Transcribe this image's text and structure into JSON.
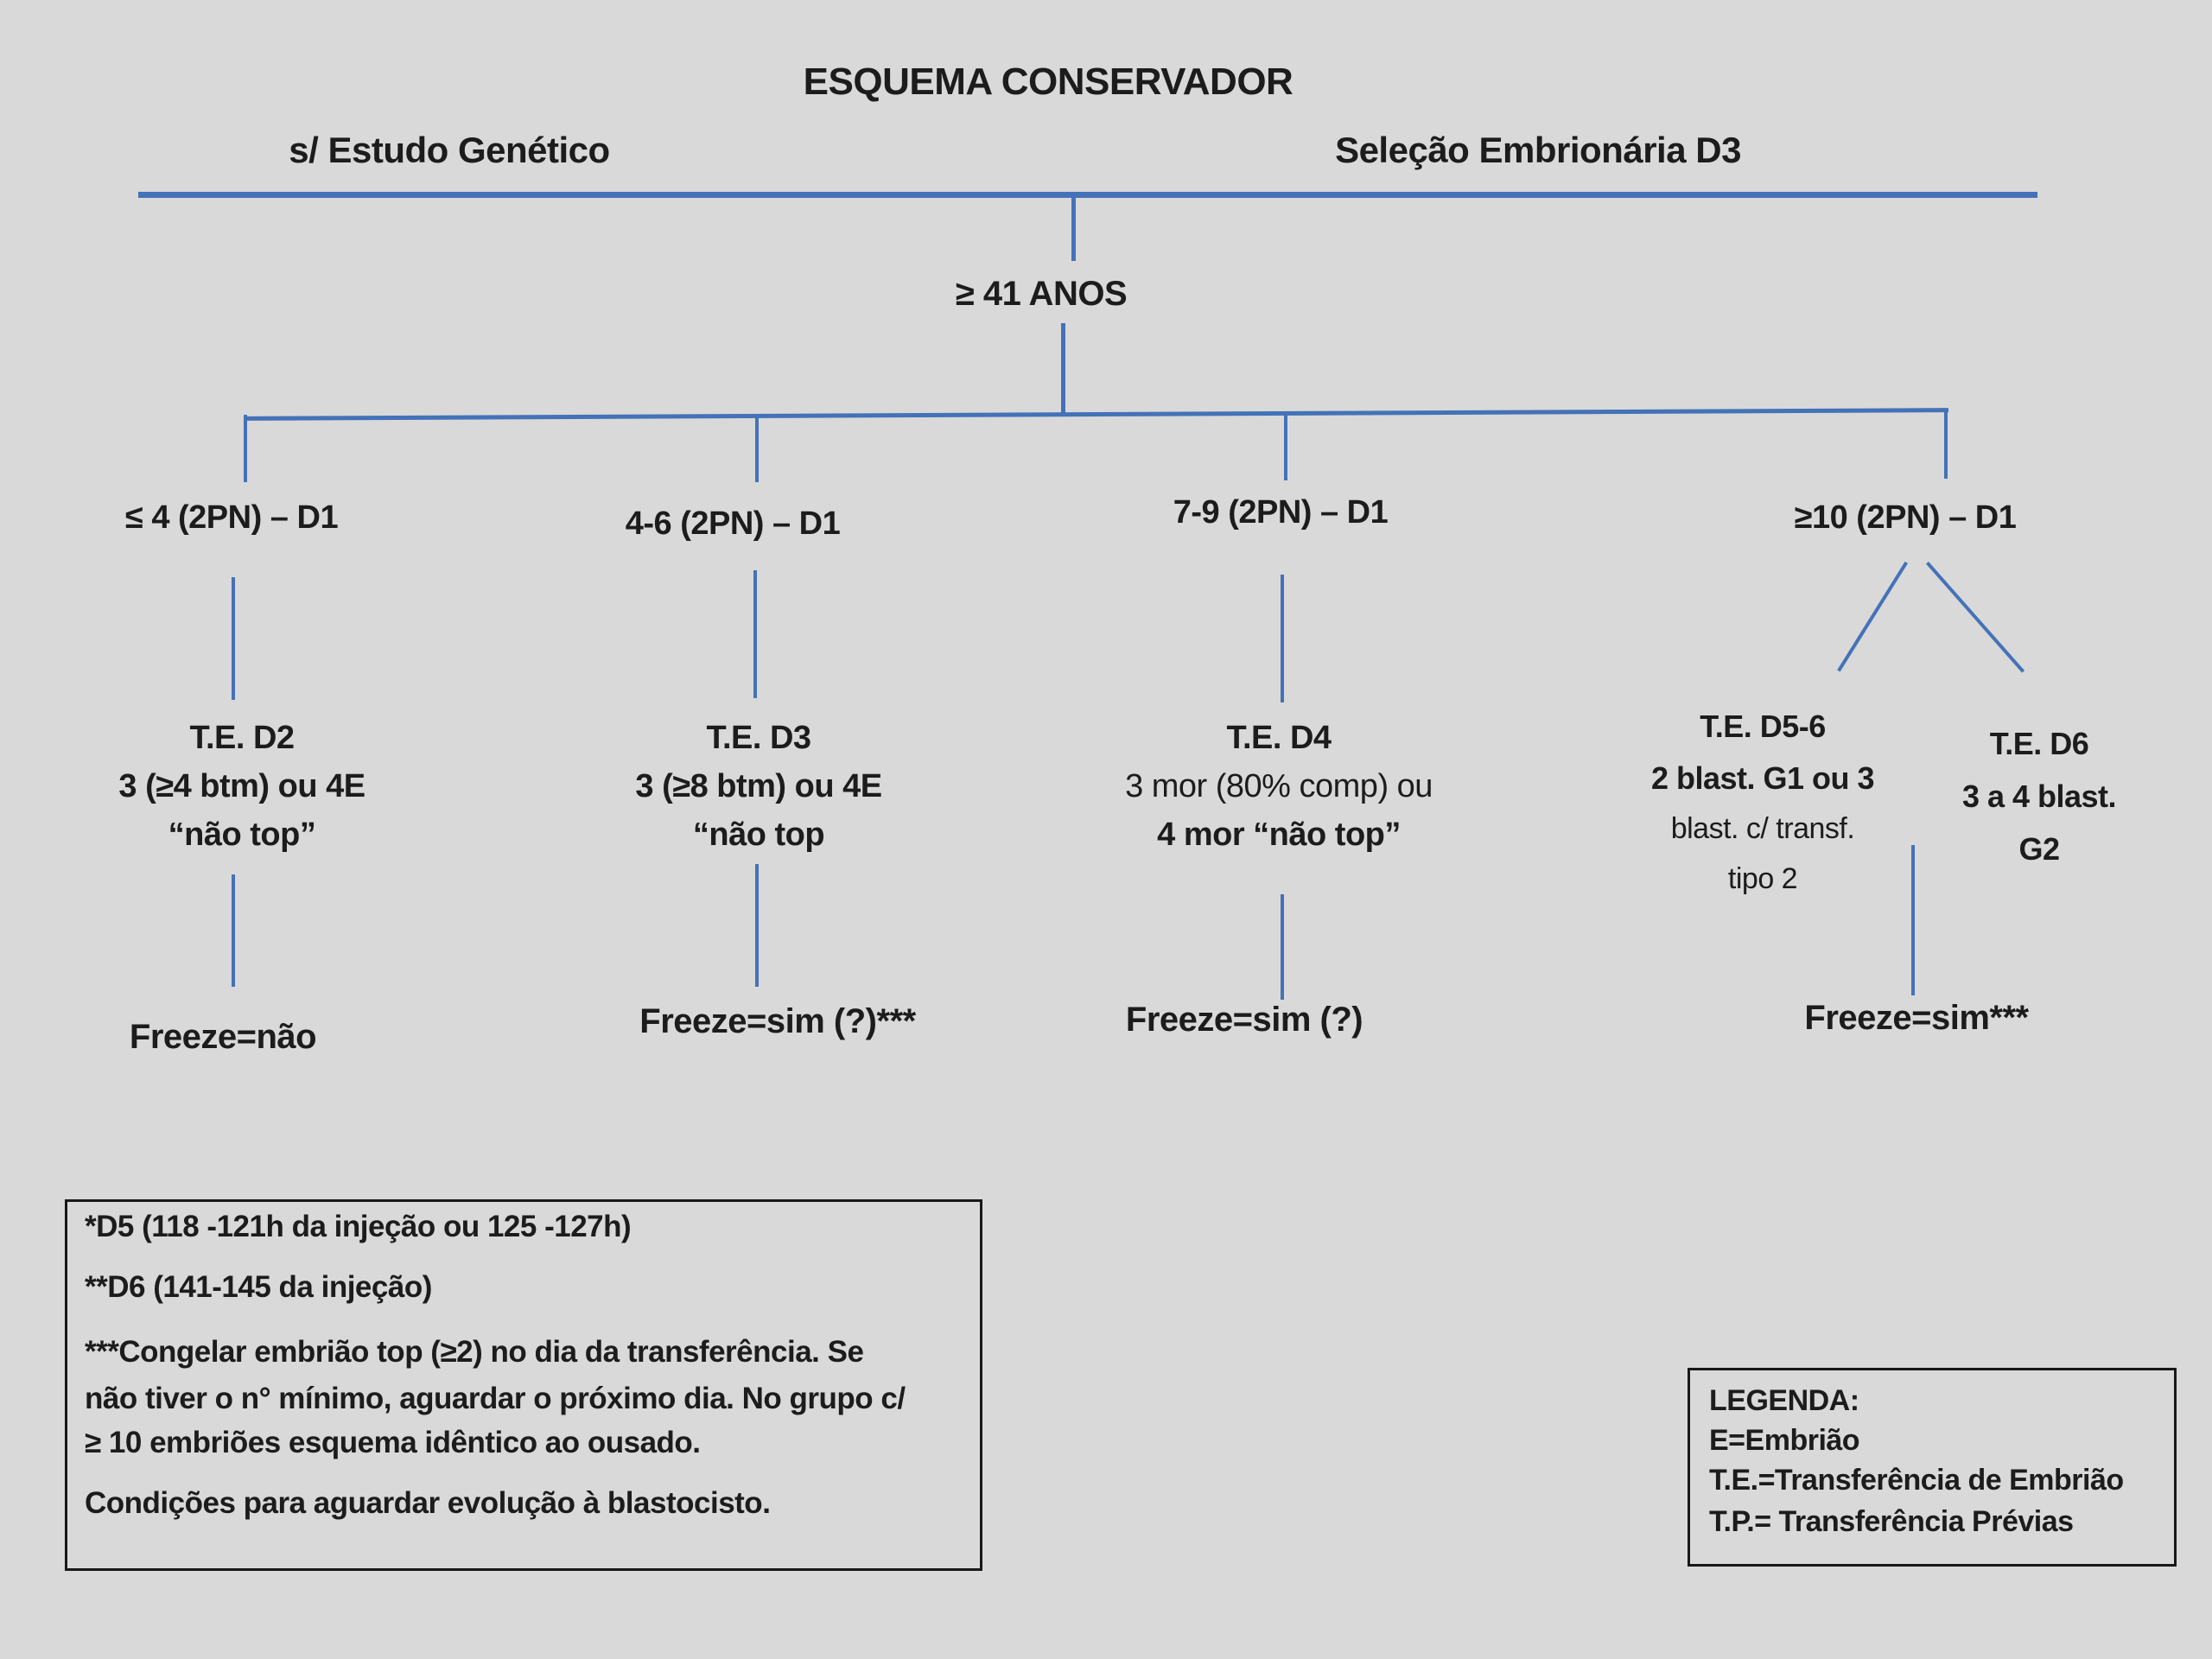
{
  "title": "ESQUEMA CONSERVADOR",
  "columns": {
    "left": "s/ Estudo Genético",
    "right": "Seleção Embrionária D3"
  },
  "root_label": "≥ 41 ANOS",
  "branches": [
    {
      "label": "≤ 4 (2PN) – D1",
      "node_lines": [
        "T.E. D2",
        "3 (≥4 btm) ou 4E",
        "“não top”"
      ],
      "freeze": "Freeze=não"
    },
    {
      "label": "4-6 (2PN) – D1",
      "node_lines": [
        "T.E. D3",
        "3 (≥8 btm) ou 4E",
        "“não top"
      ],
      "freeze": "Freeze=sim (?)***"
    },
    {
      "label": "7-9 (2PN) – D1",
      "node_lines": [
        "T.E. D4",
        "3 mor (80% comp) ou",
        "4 mor “não top”"
      ],
      "freeze": "Freeze=sim (?)"
    },
    {
      "label": "≥10 (2PN) – D1",
      "node_left_lines": [
        "T.E. D5-6",
        "2 blast. G1 ou 3",
        "blast. c/ transf.",
        "tipo 2"
      ],
      "node_right_lines": [
        "T.E. D6",
        "3 a 4 blast.",
        "G2"
      ],
      "freeze": "Freeze=sim***"
    }
  ],
  "notes": {
    "note1": "*D5 (118 -121h da injeção ou 125 -127h)",
    "note2": "**D6 (141-145 da injeção)",
    "note3_lines": [
      "***Congelar embrião top (≥2) no dia da transferência. Se",
      "não tiver o n° mínimo, aguardar o próximo dia. No grupo c/",
      "≥ 10 embriões esquema idêntico ao ousado."
    ],
    "note4": "Condições para aguardar evolução à blastocisto."
  },
  "legend": {
    "title": "LEGENDA:",
    "items": [
      "E=Embrião",
      "T.E.=Transferência de Embrião",
      "T.P.= Transferência Prévias"
    ]
  },
  "colors": {
    "background": "#d9d9d9",
    "connector_blue": "#4472b8",
    "text": "#1c1c1c"
  }
}
